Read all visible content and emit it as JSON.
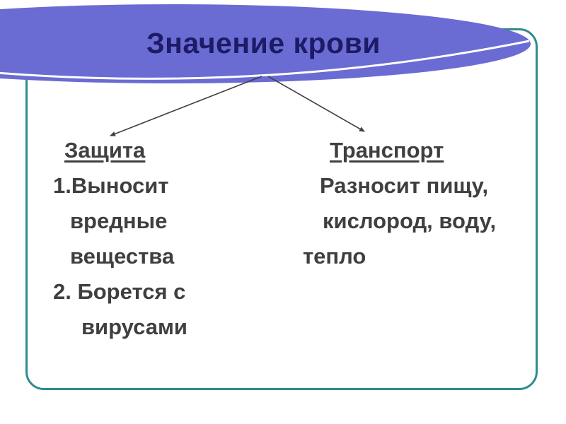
{
  "slide": {
    "title": "Значение крови"
  },
  "columns": {
    "left": {
      "header": "Защита",
      "lines": [
        "1.Выносит",
        "вредные",
        "вещества",
        "2. Борется с",
        "вирусами"
      ]
    },
    "right": {
      "header": "Транспорт",
      "lines": [
        "Разносит пищу,",
        "кислород, воду,",
        "тепло"
      ]
    }
  },
  "colors": {
    "banner_fill": "#6b6bd4",
    "banner_accent_line": "#ffffff",
    "title_text": "#1c1c66",
    "frame_border": "#2e8c8c",
    "body_text": "#3f3f3f",
    "arrow": "#3f3f3f",
    "background": "#ffffff"
  }
}
